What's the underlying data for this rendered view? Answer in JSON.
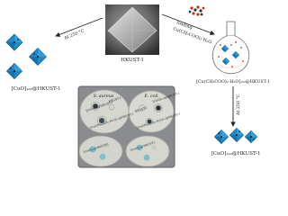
{
  "labels": {
    "center_crystal": "HKUST-1",
    "loading_line1": "loading",
    "loading_line2": "Cu(CH₃COO)₂·H₂O",
    "left_arrow": "At 250 °C",
    "right_arrow": "At 250 °C",
    "left_composite": "[CuO]₁₀₂@HKUST-1",
    "flask_composite": "[Cu(CH₃COO)₂·H₂O]₁₀₂@HKUST-1",
    "bottom_right_composite": "[CuO]₁₀₂@HKUST-1"
  },
  "antibacterial": {
    "organisms": [
      "S. aureus",
      "E. coli"
    ],
    "disk_labels": [
      "[CuO]₁₀₂@HKUST-1",
      "HKUST-1",
      "[Cu(CH₃COO)₂·H₂O]₁₀₂@HKUST-1"
    ]
  },
  "colors": {
    "crystal_blue": "#1f8ac9",
    "crystal_dark": "#145f8f",
    "cuo_dot": "#111111",
    "loading_dot": "#b23a1a",
    "arrow": "#222222",
    "flask_glass": "#777777",
    "plate_bg": "#8a8c90",
    "agar": "#d5d6cf"
  }
}
